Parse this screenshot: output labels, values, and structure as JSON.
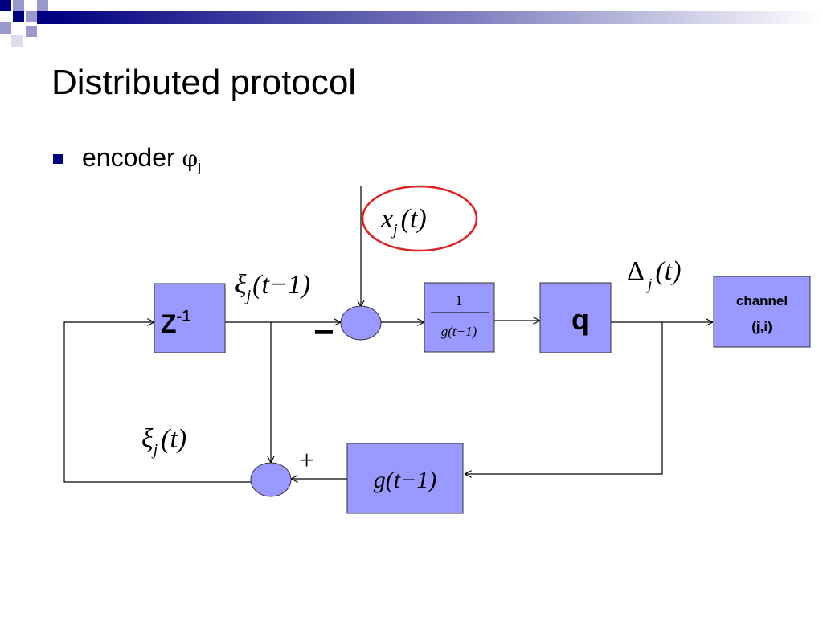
{
  "slide": {
    "title": "Distributed protocol",
    "bullet": {
      "text": "encoder ",
      "symbol": "φ",
      "subscript": "j"
    }
  },
  "diagram": {
    "delay_block": {
      "main": "Z",
      "superscript": "-1"
    },
    "gain_block": {
      "numerator": "1",
      "denominator": "g(t−1)"
    },
    "quantizer_block": {
      "label": "q"
    },
    "channel_block": {
      "line1": "channel",
      "line2": "(j,i)"
    },
    "feedback_gain_block": {
      "label": "g(t−1)"
    },
    "input_signal": {
      "var": "x",
      "sub": "j",
      "arg": "(t)"
    },
    "delayed_state": {
      "var": "ξ",
      "sub": "j",
      "arg": "(t−1)"
    },
    "state": {
      "var": "ξ",
      "sub": "j",
      "arg": "(t)"
    },
    "output_signal": {
      "var": "Δ",
      "sub": "j",
      "arg": "(t)"
    },
    "minus_sign": "−",
    "plus_sign": "+"
  },
  "colors": {
    "block_fill": "#9999FF",
    "block_stroke": "#333333",
    "highlight_circle": "#E02020",
    "bullet": "#000080",
    "deco_dark": "#000080",
    "deco_light": "#9999CC"
  }
}
